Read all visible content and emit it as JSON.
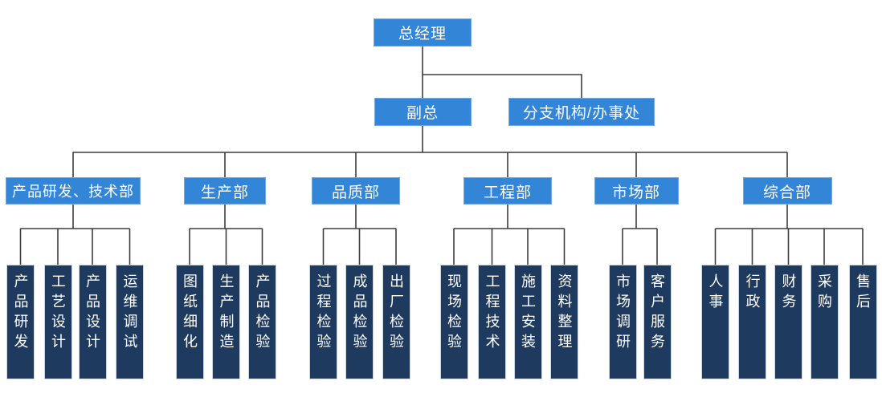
{
  "root": {
    "label": "总经理"
  },
  "deputy": {
    "label": "副总"
  },
  "branch": {
    "label": "分支机构/办事处"
  },
  "departments": [
    {
      "label": "产品研发、技术部",
      "children": [
        "产品研发",
        "工艺设计",
        "产品设计",
        "运维调试"
      ]
    },
    {
      "label": "生产部",
      "children": [
        "图纸细化",
        "生产制造",
        "产品检验"
      ]
    },
    {
      "label": "品质部",
      "children": [
        "过程检验",
        "成品检验",
        "出厂检验"
      ]
    },
    {
      "label": "工程部",
      "children": [
        "现场检验",
        "工程技术",
        "施工安装",
        "资料整理"
      ]
    },
    {
      "label": "市场部",
      "children": [
        "市场调研",
        "客户服务"
      ]
    },
    {
      "label": "综合部",
      "children": [
        "人事",
        "行政",
        "财务",
        "采购",
        "售后"
      ]
    }
  ],
  "colors": {
    "manager_box_fill": "#3385d8",
    "manager_box_border": "#71a9e2",
    "sub_box_fill": "#1e3a5e",
    "sub_box_border": "#cdd6e0",
    "connector": "#3d3d3d",
    "text": "#ffffff",
    "background": "#ffffff"
  }
}
